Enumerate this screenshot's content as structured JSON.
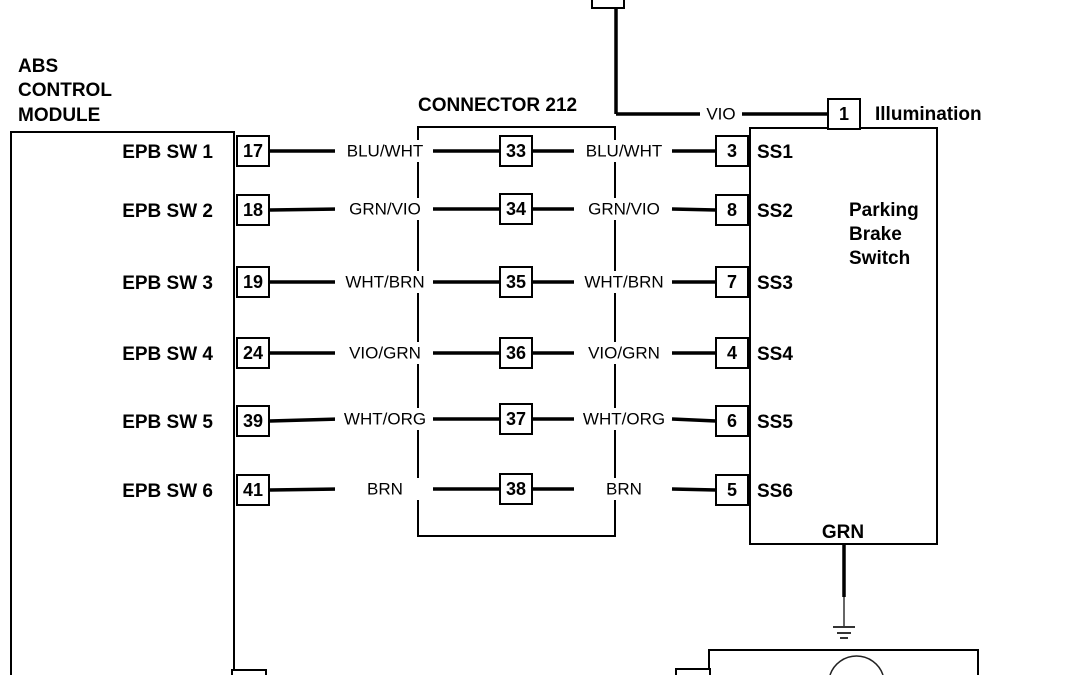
{
  "abs_module": {
    "title_lines": [
      "ABS",
      "CONTROL",
      "MODULE"
    ],
    "pins": [
      {
        "label": "EPB SW 1",
        "pin": "17"
      },
      {
        "label": "EPB SW 2",
        "pin": "18"
      },
      {
        "label": "EPB SW 3",
        "pin": "19"
      },
      {
        "label": "EPB SW 4",
        "pin": "24"
      },
      {
        "label": "EPB SW 5",
        "pin": "39"
      },
      {
        "label": "EPB SW 6",
        "pin": "41"
      }
    ]
  },
  "connector": {
    "title": "CONNECTOR 212",
    "title_color": "#e0191f",
    "pins": [
      "33",
      "34",
      "35",
      "36",
      "37",
      "38"
    ]
  },
  "wires": [
    {
      "left_color": "BLU/WHT",
      "right_color": "BLU/WHT"
    },
    {
      "left_color": "GRN/VIO",
      "right_color": "GRN/VIO"
    },
    {
      "left_color": "WHT/BRN",
      "right_color": "WHT/BRN"
    },
    {
      "left_color": "VIO/GRN",
      "right_color": "VIO/GRN"
    },
    {
      "left_color": "WHT/ORG",
      "right_color": "WHT/ORG"
    },
    {
      "left_color": "BRN",
      "right_color": "BRN"
    }
  ],
  "switch": {
    "title_lines": [
      "Parking",
      "Brake",
      "Switch"
    ],
    "illumination_pin": "1",
    "illumination_label": "Illumination",
    "illumination_wire": "VIO",
    "ground_wire": "GRN",
    "pins": [
      {
        "pin": "3",
        "label": "SS1"
      },
      {
        "pin": "8",
        "label": "SS2"
      },
      {
        "pin": "7",
        "label": "SS3"
      },
      {
        "pin": "4",
        "label": "SS4"
      },
      {
        "pin": "6",
        "label": "SS5"
      },
      {
        "pin": "5",
        "label": "SS6"
      }
    ]
  }
}
